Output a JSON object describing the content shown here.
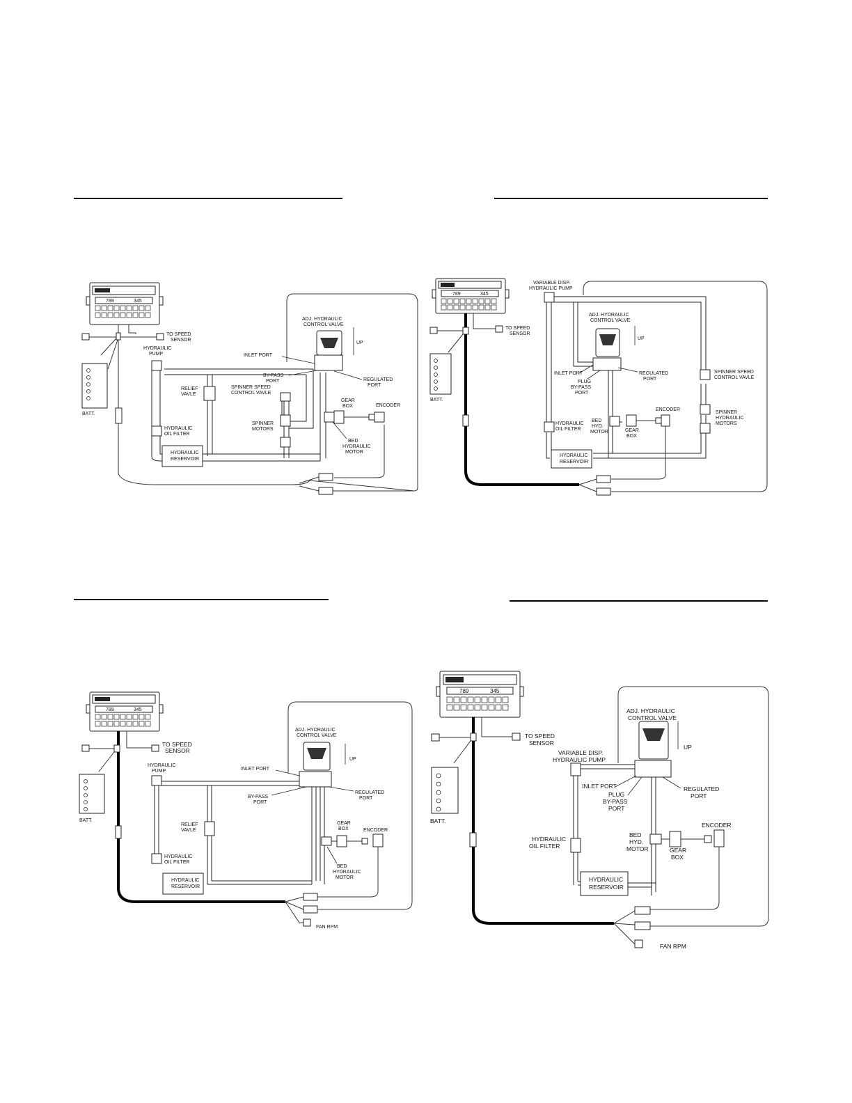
{
  "panels": [
    {
      "id": "p1",
      "labels": {
        "to_speed_sensor": [
          "TO SPEED",
          "SENSOR"
        ],
        "batt": "BATT.",
        "hydraulic_pump": [
          "HYDRAULIC",
          "PUMP"
        ],
        "relief_valve": [
          "RELIEF",
          "VAVLE"
        ],
        "hydraulic_oil_filter": [
          "HYDRAULIC",
          "OIL FILTER"
        ],
        "hydraulic_reservoir": [
          "HYDRAULIC",
          "RESERVOIR"
        ],
        "adj_control_valve": [
          "ADJ. HYDRAULIC",
          "CONTROL VALVE"
        ],
        "up": "UP",
        "inlet_port": "INLET PORT",
        "bypass_port": [
          "BY-PASS",
          "PORT"
        ],
        "regulated_port": [
          "REGULATED",
          "PORT"
        ],
        "spinner_speed_valve": [
          "SPINNER SPEED",
          "CONTROL VAVLE"
        ],
        "spinner_motors": [
          "SPINNER",
          "MOTORS"
        ],
        "gear_box": [
          "GEAR",
          "BOX"
        ],
        "encoder": "ENCODER",
        "bed_hyd_motor": [
          "BED",
          "HYDRAULIC",
          "MOTOR"
        ]
      },
      "display": [
        "789",
        "345"
      ]
    },
    {
      "id": "p2",
      "labels": {
        "to_speed_sensor": [
          "TO SPEED",
          "SENSOR"
        ],
        "batt": "BATT.",
        "variable_pump": [
          "VARIABLE DISP.",
          "HYDRAULIC PUMP"
        ],
        "adj_control_valve": [
          "ADJ. HYDRAULIC",
          "CONTROL VALVE"
        ],
        "up": "UP",
        "inlet_port": "INLET PORT",
        "plug_bypass": [
          "PLUG",
          "BY-PASS",
          "PORT"
        ],
        "regulated_port": [
          "REGULATED",
          "PORT"
        ],
        "spinner_speed_valve": [
          "SPINNER SPEED",
          "CONTROL VAVLE"
        ],
        "spinner_motors": [
          "SPINNER",
          "HYDRAULIC",
          "MOTORS"
        ],
        "hydraulic_oil_filter": [
          "HYDRAULIC",
          "OIL FILTER"
        ],
        "bed_hyd_motor": [
          "BED",
          "HYD.",
          "MOTOR"
        ],
        "gear_box": [
          "GEAR",
          "BOX"
        ],
        "encoder": "ENCODER",
        "hydraulic_reservoir": [
          "HYDRAULIC",
          "RESERVOIR"
        ]
      },
      "display": [
        "789",
        "345"
      ]
    },
    {
      "id": "p3",
      "labels": {
        "to_speed_sensor": [
          "TO SPEED",
          "SENSOR"
        ],
        "batt": "BATT.",
        "hydraulic_pump": [
          "HYDRAULIC",
          "PUMP"
        ],
        "relief_valve": [
          "RELIEF",
          "VAVLE"
        ],
        "hydraulic_oil_filter": [
          "HYDRAULIC",
          "OIL FILTER"
        ],
        "hydraulic_reservoir": [
          "HYDRAULIC",
          "RESERVOIR"
        ],
        "adj_control_valve": [
          "ADJ. HYDRAULIC",
          "CONTROL VALVE"
        ],
        "up": "UP",
        "inlet_port": "INLET PORT",
        "bypass_port": [
          "BY-PASS",
          "PORT"
        ],
        "regulated_port": [
          "REGULATED",
          "PORT"
        ],
        "gear_box": [
          "GEAR",
          "BOX"
        ],
        "encoder": "ENCODER",
        "bed_hyd_motor": [
          "BED",
          "HYDRAULIC",
          "MOTOR"
        ],
        "fan_rpm": "FAN RPM"
      },
      "display": [
        "789",
        "345"
      ]
    },
    {
      "id": "p4",
      "labels": {
        "to_speed_sensor": [
          "TO SPEED",
          "SENSOR"
        ],
        "batt": "BATT.",
        "adj_control_valve": [
          "ADJ. HYDRAULIC",
          "CONTROL VALVE"
        ],
        "up": "UP",
        "variable_pump": [
          "VARIABLE DISP.",
          "HYDRAULIC PUMP"
        ],
        "inlet_port": "INLET PORT",
        "plug_bypass": [
          "PLUG",
          "BY-PASS",
          "PORT"
        ],
        "regulated_port": [
          "REGULATED",
          "PORT"
        ],
        "bed_hyd_motor": [
          "BED",
          "HYD.",
          "MOTOR"
        ],
        "gear_box": [
          "GEAR",
          "BOX"
        ],
        "encoder": "ENCODER",
        "hydraulic_oil_filter": [
          "HYDRAULIC",
          "OIL FILTER"
        ],
        "hydraulic_reservoir": [
          "HYDRAULIC",
          "RESERVOIR"
        ],
        "fan_rpm": "FAN RPM"
      },
      "display": [
        "789",
        "345"
      ]
    }
  ]
}
